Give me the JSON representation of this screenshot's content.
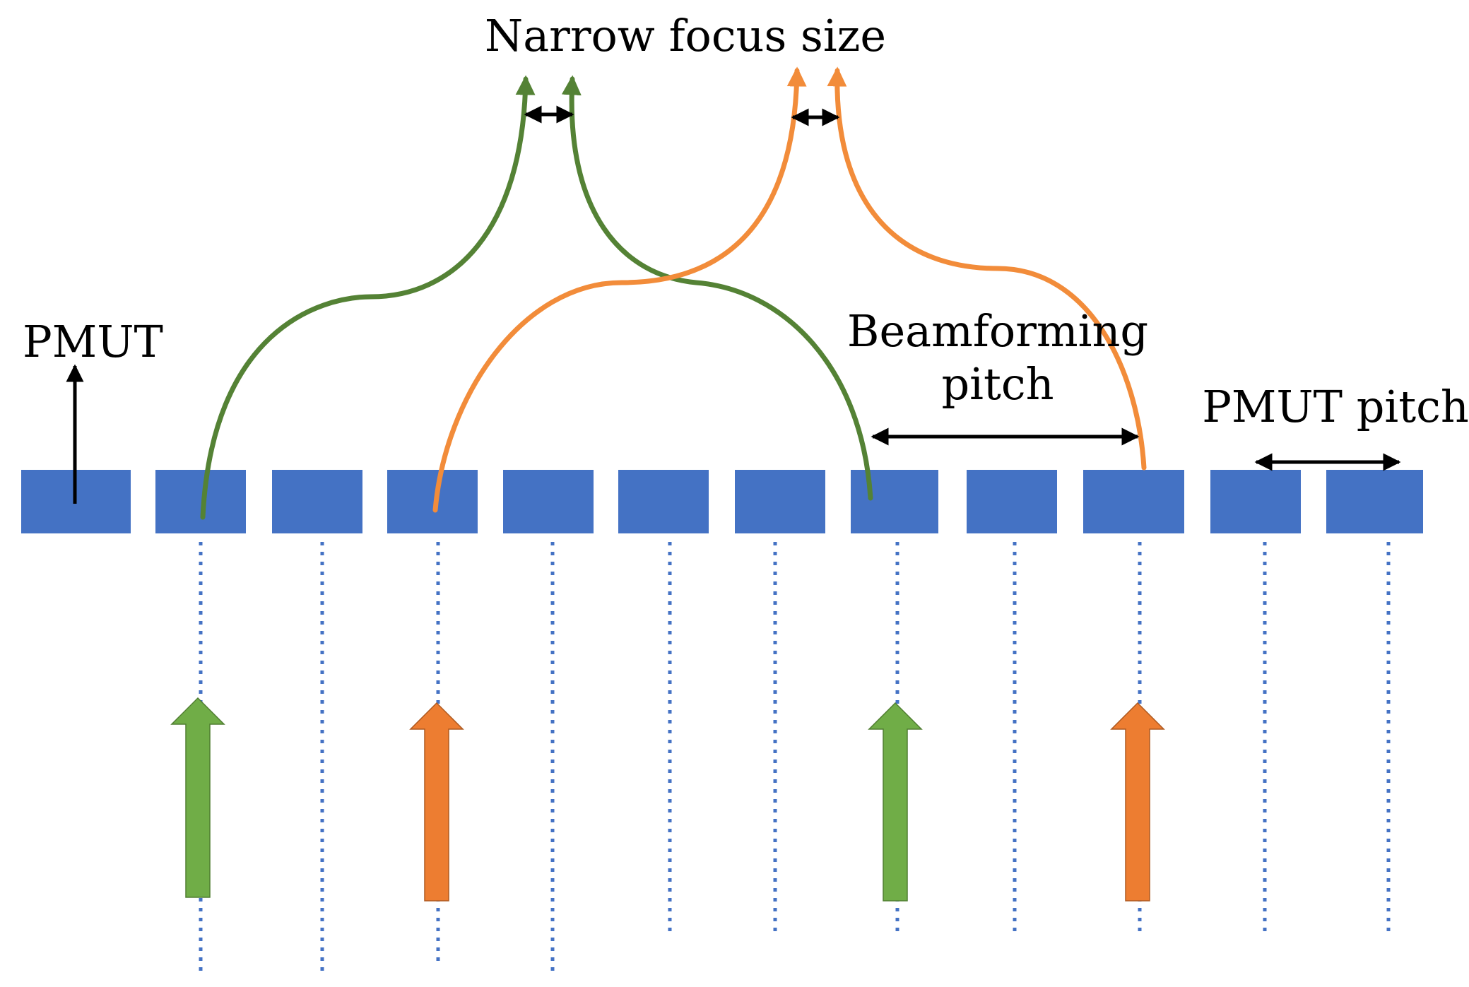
{
  "labels": {
    "narrow_focus_size": "Narrow focus size",
    "pmut": "PMUT",
    "beamforming_line1": "Beamforming",
    "beamforming_line2": "pitch",
    "pmut_pitch": "PMUT pitch"
  },
  "elements": {
    "count": 12
  },
  "colors": {
    "element_fill": "#4472C4",
    "green_beam": "#548235",
    "orange_beam": "#F28C3A",
    "green_arrow": "#70AD47",
    "orange_arrow": "#ED7D31",
    "dotted_line": "#4472C4",
    "annotation": "#000000"
  },
  "icons": {
    "pmut_direction": "up-arrow-icon",
    "dimension_markers": "double-headed-arrow-icon"
  }
}
